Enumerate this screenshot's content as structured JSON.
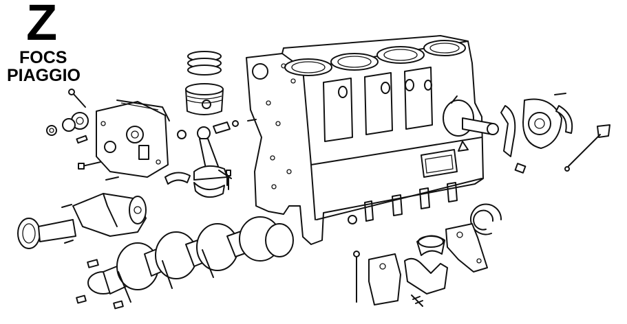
{
  "header": {
    "letter": "Z",
    "line1": "FOCS",
    "line2": "PIAGGIO"
  },
  "colors": {
    "ink": "#111111",
    "paper": "#ffffff"
  },
  "parts": [
    "piston-rings",
    "piston",
    "piston-pin",
    "connecting-rod",
    "rod-bearing-shells",
    "oil-pump-housing",
    "oil-pump-gears",
    "water-pump",
    "water-pump-pulley",
    "crankshaft",
    "cylinder-block",
    "camshaft-bushing",
    "rear-seal-cover",
    "dipstick",
    "main-bearing-caps",
    "main-bearing-shell",
    "snap-ring",
    "bolts"
  ]
}
